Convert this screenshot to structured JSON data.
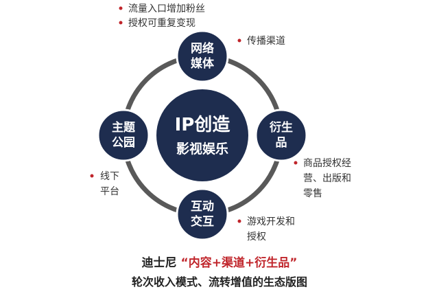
{
  "center": {
    "line1": "IP创造",
    "line2": "影视娱乐"
  },
  "nodes": {
    "top": {
      "line1": "网络",
      "line2": "媒体"
    },
    "right": {
      "line1": "衍生",
      "line2": "品"
    },
    "bottom": {
      "line1": "互动",
      "line2": "交互"
    },
    "left": {
      "line1": "主题",
      "line2": "公园"
    }
  },
  "notes": {
    "top": [
      "流量入口增加粉丝",
      "授权可重复变现"
    ],
    "top_right": [
      "传播渠道"
    ],
    "right": [
      "商品授权经",
      "营、出版和",
      "零售"
    ],
    "bottom_right": [
      "游戏开发和",
      "授权"
    ],
    "left": [
      "线下",
      "平台"
    ]
  },
  "caption": {
    "line1_prefix": "迪士尼 ",
    "line1_highlight": "“内容+渠道+衍生品”",
    "line2": "轮次收入模式、流转增值的生态版图"
  },
  "colors": {
    "node": "#1e2d4f",
    "ring": "#595959",
    "accent": "#c0252b"
  }
}
